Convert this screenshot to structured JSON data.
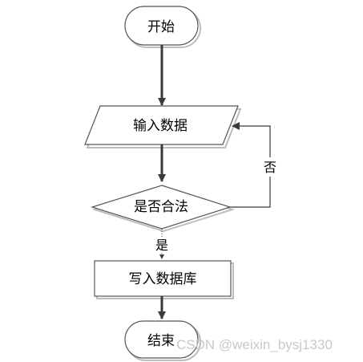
{
  "nodes": {
    "start": "开始",
    "input": "输入数据",
    "decision": "是否合法",
    "write": "写入数据库",
    "end": "结束"
  },
  "edges": {
    "no": "否",
    "yes": "是"
  },
  "watermark": "CSDN @weixin_bysj1330",
  "colors": {
    "line": "#3a3a3a",
    "shape_stroke": "#555555",
    "shape_shadow": "#bdbdbd",
    "watermark": "#c9c9c9"
  }
}
